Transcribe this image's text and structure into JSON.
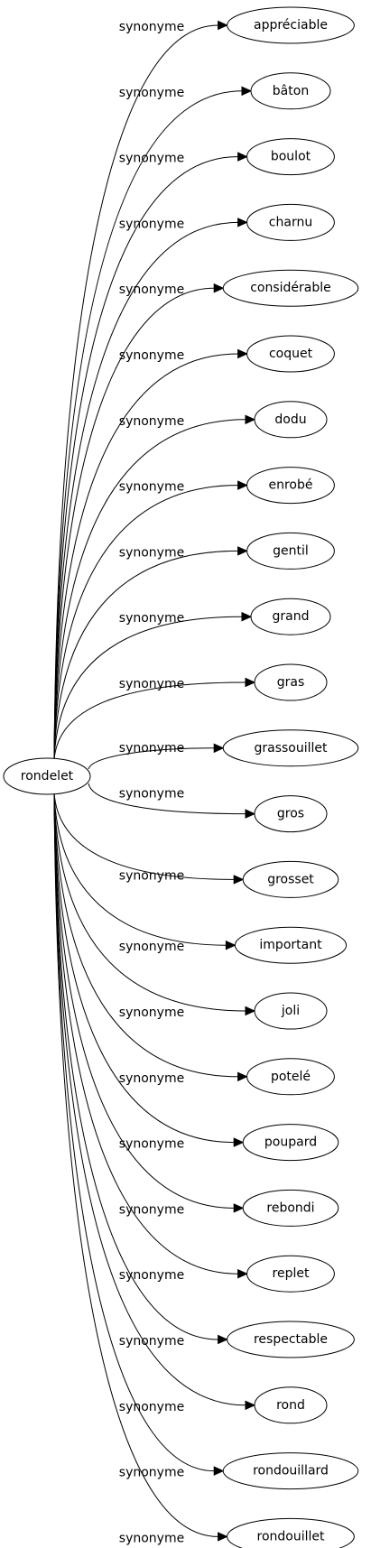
{
  "graph": {
    "source": "rondelet",
    "relation": "synonyme",
    "targets": [
      "appréciable",
      "bâton",
      "boulot",
      "charnu",
      "considérable",
      "coquet",
      "dodu",
      "enrobé",
      "gentil",
      "grand",
      "gras",
      "grassouillet",
      "gros",
      "grosset",
      "important",
      "joli",
      "potelé",
      "poupard",
      "rebondi",
      "replet",
      "respectable",
      "rond",
      "rondouillard",
      "rondouillet"
    ]
  }
}
